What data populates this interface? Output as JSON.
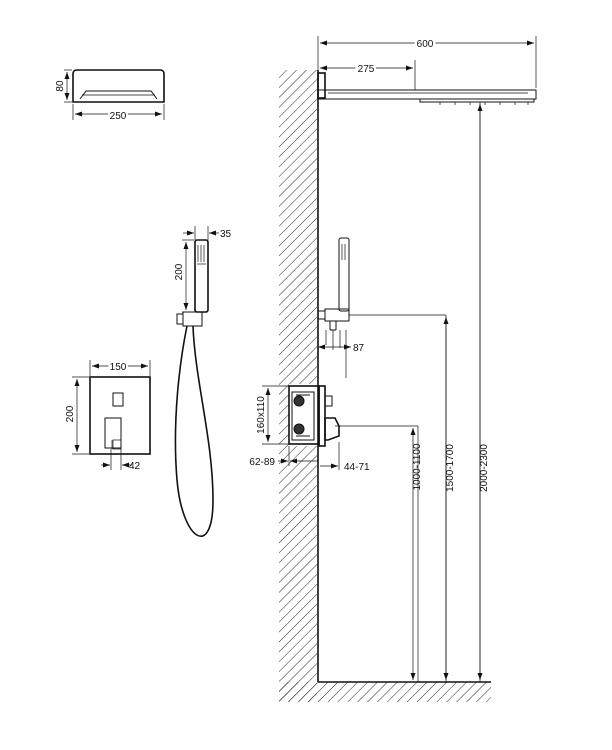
{
  "diagram": {
    "rain_head_top": {
      "depth": "80",
      "width": "250"
    },
    "hand_shower": {
      "width": "35",
      "length": "200"
    },
    "valve_plate": {
      "width": "150",
      "height": "200",
      "lever_depth": "42"
    },
    "wall_elevation": {
      "arm_length": "600",
      "head_offset": "275",
      "holder_projection": "87",
      "box_size": "160x110",
      "box_depth": "62-89",
      "plate_projection": "44-71",
      "valve_height": "1000-1100",
      "holder_height": "1500-1700",
      "head_height": "2000-2300"
    }
  }
}
